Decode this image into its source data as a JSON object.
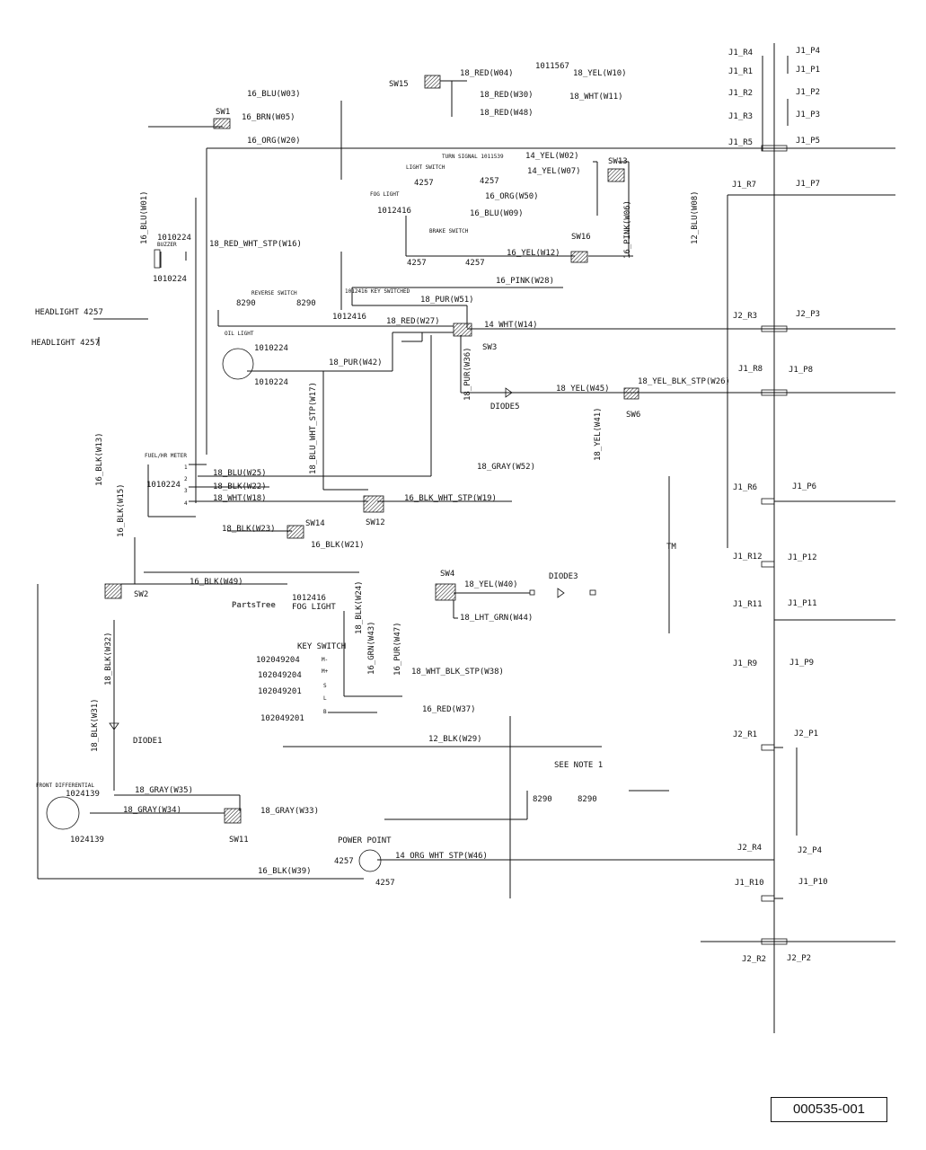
{
  "watermark": {
    "text": "PartsTree",
    "tm": "TM"
  },
  "part_number": "000535-001",
  "connectors": {
    "j1_r4": "J1_R4",
    "j1_p4": "J1_P4",
    "j1_r1": "J1_R1",
    "j1_p1": "J1_P1",
    "j1_r2": "J1_R2",
    "j1_p2": "J1_P2",
    "j1_r3": "J1_R3",
    "j1_p3": "J1_P3",
    "j1_r5": "J1_R5",
    "j1_p5": "J1_P5",
    "j1_r7": "J1_R7",
    "j1_p7": "J1_P7",
    "j2_r3": "J2_R3",
    "j2_p3": "J2_P3",
    "j1_r8": "J1_R8",
    "j1_p8": "J1_P8",
    "j1_r6": "J1_R6",
    "j1_p6": "J1_P6",
    "j1_r12": "J1_R12",
    "j1_p12": "J1_P12",
    "j1_r11": "J1_R11",
    "j1_p11": "J1_P11",
    "j1_r9": "J1_R9",
    "j1_p9": "J1_P9",
    "j2_r1": "J2_R1",
    "j2_p1": "J2_P1",
    "j2_r4": "J2_R4",
    "j2_p4": "J2_P4",
    "j1_r10": "J1_R10",
    "j1_p10": "J1_P10",
    "j2_r2": "J2_R2",
    "j2_p2": "J2_P2"
  },
  "switches": {
    "sw15": "SW15",
    "sw1": "SW1",
    "sw13": "SW13",
    "sw16": "SW16",
    "sw3": "SW3",
    "sw6": "SW6",
    "sw12": "SW12",
    "sw14": "SW14",
    "sw2": "SW2",
    "sw4": "SW4",
    "sw11": "SW11"
  },
  "wires": {
    "w04": "18_RED(W04)",
    "w10": "18_YEL(W10)",
    "w30": "18_RED(W30)",
    "w11": "18_WHT(W11)",
    "w48": "18_RED(W48)",
    "w03": "16_BLU(W03)",
    "w05": "16_BRN(W05)",
    "w20": "16_ORG(W20)",
    "w02": "14_YEL(W02)",
    "w07": "14_YEL(W07)",
    "w50": "16_ORG(W50)",
    "w09": "16_BLU(W09)",
    "w06": "16_PINK(W06)",
    "w08": "12_BLU(W08)",
    "w01": "16_BLU(W01)",
    "w16": "18_RED_WHT_STP(W16)",
    "w12": "16_YEL(W12)",
    "w28": "16_PINK(W28)",
    "w51": "18_PUR(W51)",
    "w27": "18_RED(W27)",
    "w14": "14_WHT(W14)",
    "w42": "18_PUR(W42)",
    "w17": "18_BLU_WHT_STP(W17)",
    "w36": "18_PUR(W36)",
    "w45": "18_YEL(W45)",
    "w26": "18_YEL_BLK_STP(W26)",
    "w41": "18_YEL(W41)",
    "w13": "16_BLK(W13)",
    "w15": "16_BLK(W15)",
    "w25": "18_BLU(W25)",
    "w22": "18_BLK(W22)",
    "w18": "18_WHT(W18)",
    "w52": "18_GRAY(W52)",
    "w19": "16_BLK_WHT_STP(W19)",
    "w23": "18_BLK(W23)",
    "w21": "16_BLK(W21)",
    "w49": "16_BLK(W49)",
    "w40": "18_YEL(W40)",
    "w44": "18_LHT_GRN(W44)",
    "w24": "18_BLK(W24)",
    "w43": "16_GRN(W43)",
    "w47": "16_PUR(W47)",
    "w38": "18_WHT_BLK_STP(W38)",
    "w37": "16_RED(W37)",
    "w32": "18_BLK(W32)",
    "w31": "18_BLK(W31)",
    "w29": "12_BLK(W29)",
    "w35": "18_GRAY(W35)",
    "w34": "18_GRAY(W34)",
    "w33": "18_GRAY(W33)",
    "w46": "14_ORG_WHT_STP(W46)",
    "w39": "16_BLK(W39)"
  },
  "components": {
    "part_1011567": "1011567",
    "turn_signal": "TURN SIGNAL 1011539",
    "light_switch": "LIGHT SWITCH",
    "ls_4257": "4257",
    "ls_4257b": "4257",
    "fog_light_small": "FOG LIGHT",
    "fl_1012416": "1012416",
    "brake_switch": "BRAKE SWITCH",
    "bs_4257a": "4257",
    "bs_4257b": "4257",
    "buzzer_1010224": "1010224",
    "buzzer": "BUZZER",
    "buzzer_1010224b": "1010224",
    "headlight_1": "HEADLIGHT 4257",
    "headlight_2": "HEADLIGHT 4257",
    "reverse_switch": "REVERSE SWITCH",
    "rs_8290a": "8290",
    "rs_8290b": "8290",
    "ks_1012416": "1012416 KEY SWITCHED",
    "ks_1012416b": "1012416",
    "oil_light": "OIL LIGHT",
    "ol_1010224": "1010224",
    "ol_1010224b": "1010224",
    "diode5": "DIODE5",
    "fuel_hour_meter": "FUEL/HR METER",
    "fhm_1010224": "1010224",
    "pin1": "1",
    "pin2": "2",
    "pin3": "3",
    "pin4": "4",
    "diode3": "DIODE3",
    "fog_light_num": "1012416",
    "fog_light": "FOG LIGHT",
    "key_switch": "KEY SWITCH",
    "ks_p1": "102049204",
    "ks_p2": "102049204",
    "ks_p3": "102049201",
    "ks_p4": "102049201",
    "ks_m1": "M-",
    "ks_m2": "M+",
    "ks_s": "S",
    "ks_l": "L",
    "ks_b": "B",
    "diode1": "DIODE1",
    "see_note": "SEE NOTE 1",
    "sn_8290a": "8290",
    "sn_8290b": "8290",
    "front_diff": "FRONT DIFFERENTIAL",
    "fd_1024139": "1024139",
    "fd_1024139b": "1024139",
    "power_point": "POWER POINT",
    "pp_4257a": "4257",
    "pp_4257b": "4257"
  }
}
